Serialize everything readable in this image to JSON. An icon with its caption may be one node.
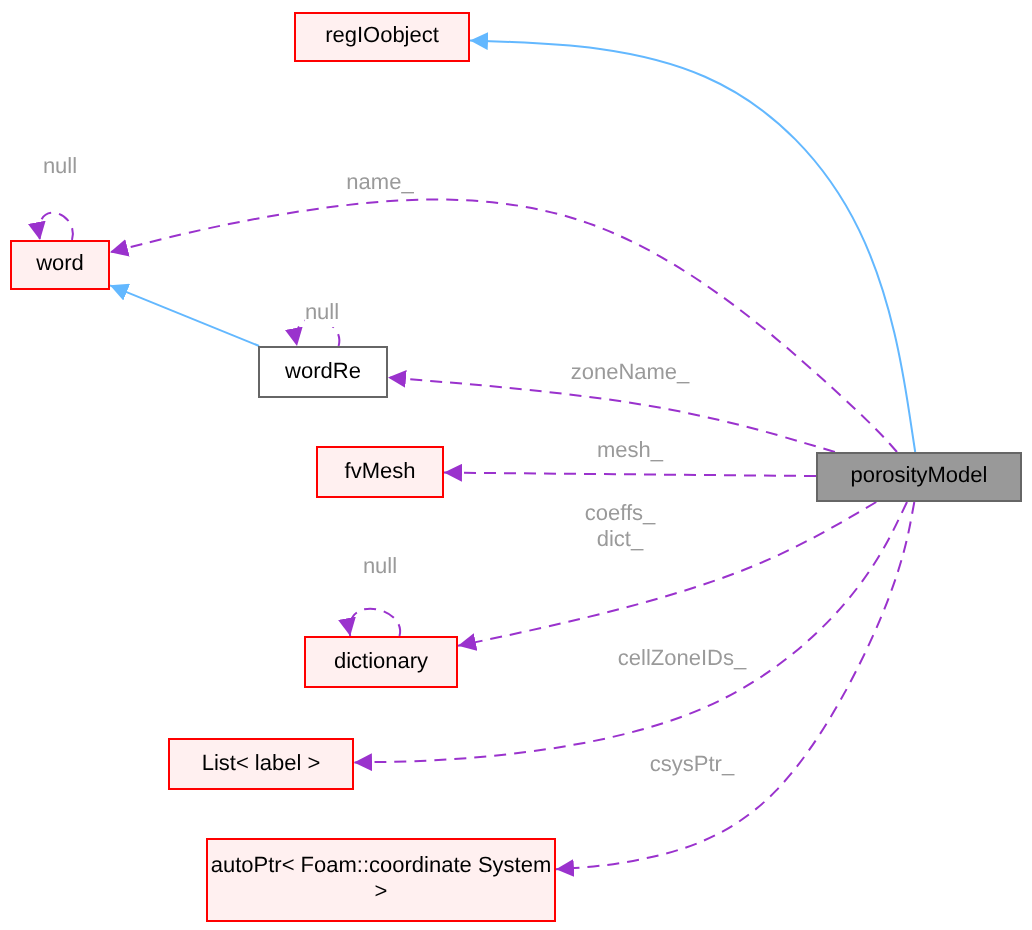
{
  "diagram": {
    "nodes": [
      {
        "text": [
          "regIOobject"
        ]
      },
      {
        "text": [
          "word"
        ]
      },
      {
        "text": [
          "wordRe"
        ]
      },
      {
        "text": [
          "fvMesh"
        ]
      },
      {
        "text": [
          "porosityModel"
        ]
      },
      {
        "text": [
          "dictionary"
        ]
      },
      {
        "text": [
          "List< label >"
        ]
      },
      {
        "text": [
          "autoPtr< Foam::coordinate System >"
        ]
      }
    ],
    "edges": [
      {
        "from": 4,
        "to": 0,
        "arrow": "to",
        "color": "#63b8ff"
      },
      {
        "from": 2,
        "to": 1,
        "arrow": "to",
        "color": "#63b8ff"
      },
      {
        "from": 1,
        "to": 1,
        "arrow": "to",
        "label": "null",
        "style": "dashed"
      },
      {
        "from": 4,
        "to": 1,
        "arrow": "to",
        "label": "name_",
        "style": "dashed"
      },
      {
        "from": 2,
        "to": 2,
        "arrow": "to",
        "label": "null",
        "style": "dashed"
      },
      {
        "from": 4,
        "to": 2,
        "arrow": "to",
        "label": "zoneName_",
        "style": "dashed"
      },
      {
        "from": 4,
        "to": 3,
        "arrow": "to",
        "label": "mesh_",
        "style": "dashed"
      },
      {
        "from": 4,
        "to": 5,
        "arrow": "to",
        "label": "coeffs_ dict_",
        "style": "dashed"
      },
      {
        "from": 5,
        "to": 5,
        "arrow": "to",
        "label": "null",
        "style": "dashed"
      },
      {
        "from": 4,
        "to": 6,
        "arrow": "to",
        "label": "cellZoneIDs_",
        "style": "dashed"
      },
      {
        "from": 4,
        "to": 7,
        "arrow": "to",
        "label": "csysPtr_",
        "style": "dashed"
      }
    ]
  }
}
